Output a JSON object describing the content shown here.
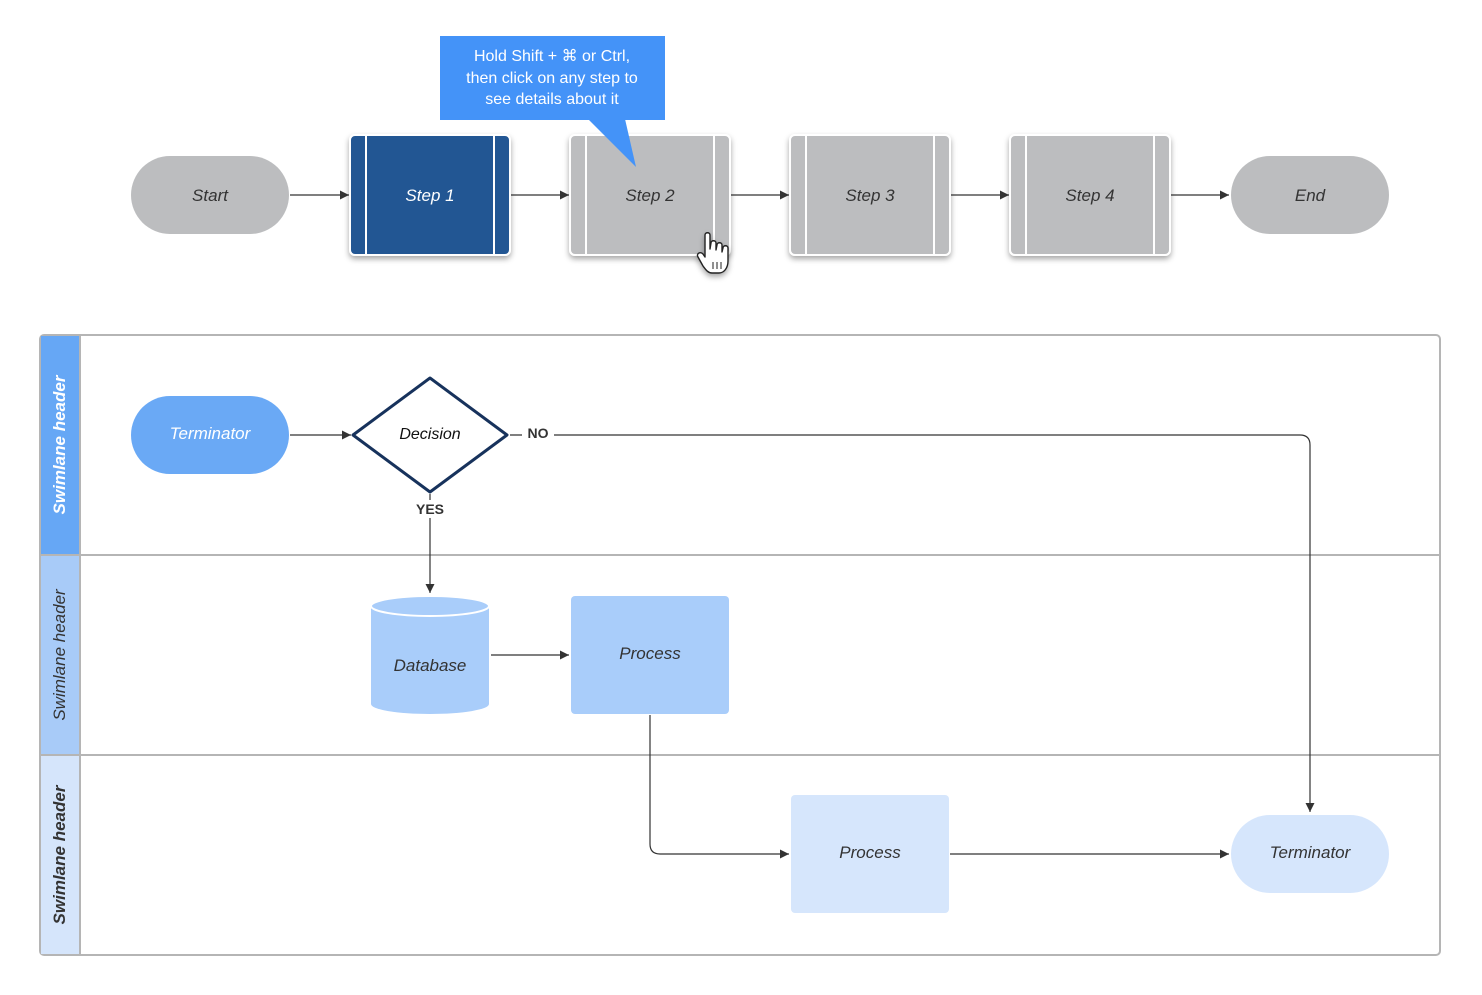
{
  "tooltip": {
    "lines": [
      "Hold Shift + ⌘ or Ctrl,",
      "then click on any step to",
      "see details about it"
    ]
  },
  "flow": {
    "start_label": "Start",
    "end_label": "End",
    "steps": [
      {
        "label": "Step 1",
        "state": "selected"
      },
      {
        "label": "Step 2",
        "state": "default"
      },
      {
        "label": "Step 3",
        "state": "default"
      },
      {
        "label": "Step 4",
        "state": "default"
      }
    ]
  },
  "swimlanes": [
    {
      "header": "Swimlane header"
    },
    {
      "header": "Swimlane header"
    },
    {
      "header": "Swimlane header"
    }
  ],
  "nodes": {
    "terminator_1": "Terminator",
    "decision": "Decision",
    "database": "Database",
    "process_1": "Process",
    "process_2": "Process",
    "terminator_2": "Terminator"
  },
  "edges": {
    "no_label": "NO",
    "yes_label": "YES"
  },
  "icons": {
    "cursor": "hand-pointer-icon"
  },
  "colors": {
    "step_selected": "#235693",
    "step_default": "#bcbdbf",
    "terminal_gray": "#bcbdbf",
    "lane1_header": "#66a7f5",
    "lane2_header": "#a8cbf8",
    "lane3_header": "#d5e5fb",
    "terminator_blue": "#6aa9f5",
    "process_mid": "#a9cdfa",
    "process_light": "#d6e6fc",
    "tooltip": "#4493f8",
    "decision_stroke": "#17325c"
  }
}
